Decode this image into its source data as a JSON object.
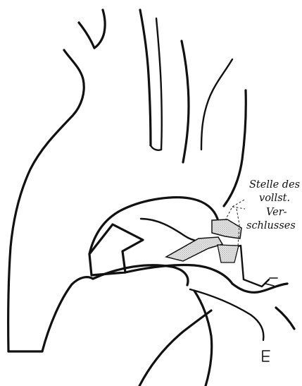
{
  "annotation": {
    "lines": [
      "Stelle des",
      "vollst.",
      "Ver-",
      "schlusses"
    ]
  },
  "colors": {
    "ink": "#111111",
    "hatch": "#555555",
    "paper": "#ffffff"
  }
}
